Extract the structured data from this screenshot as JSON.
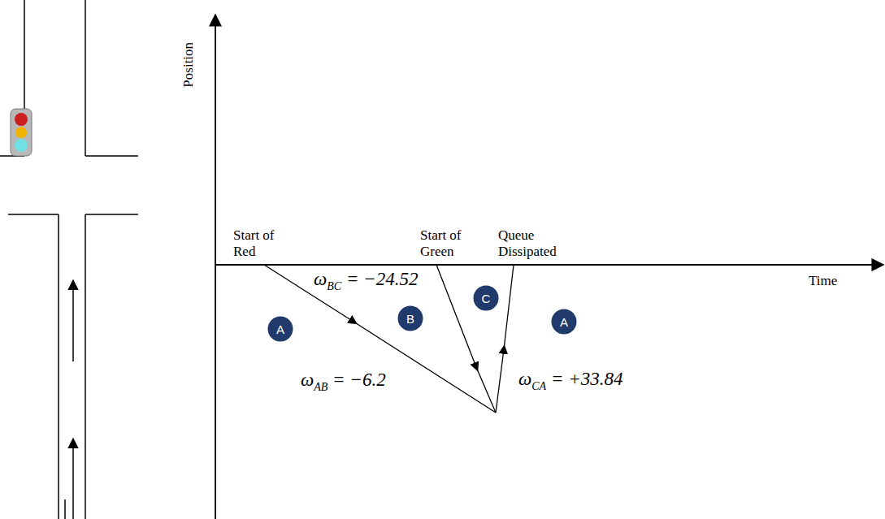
{
  "diagram": {
    "nodes": [
      {
        "text": [
          "A"
        ]
      },
      {
        "text": [
          "B"
        ]
      },
      {
        "text": [
          "C"
        ]
      },
      {
        "text": [
          "A"
        ]
      }
    ],
    "labels": [
      "Position",
      "Start of Red",
      "Start of Green",
      "Queue Dissipated",
      "Time",
      "ωBC = −24.52",
      "ωAB = −6.2",
      "ωCA = +33.84"
    ]
  }
}
